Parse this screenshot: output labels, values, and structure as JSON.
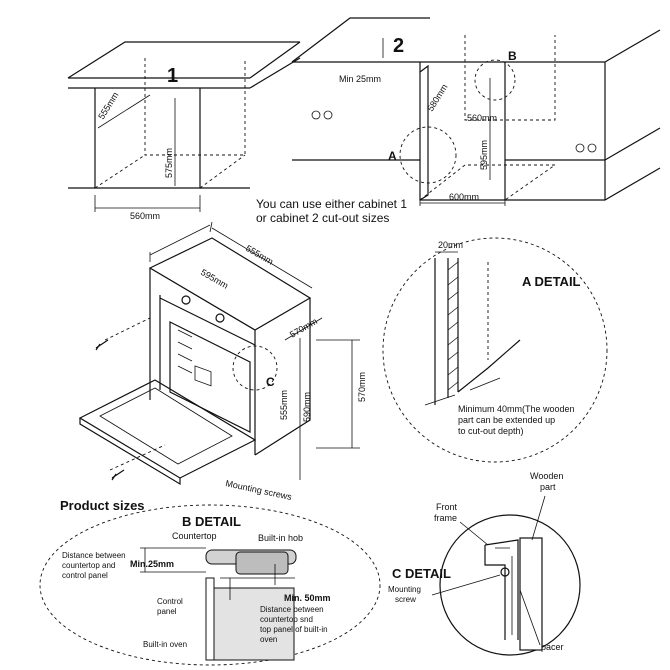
{
  "cabinet1": {
    "number": "1",
    "dims": {
      "depth": "555mm",
      "height": "575mm",
      "width": "560mm"
    }
  },
  "cabinet2": {
    "number": "2",
    "dims": {
      "min_gap": "Min 25mm",
      "depth": "580mm",
      "inner_width": "560mm",
      "height": "595mm",
      "width": "600mm"
    },
    "markers": {
      "a": "A",
      "b": "B"
    }
  },
  "note": {
    "line1": "You can use either cabinet 1",
    "line2": "or cabinet 2 cut-out sizes"
  },
  "oven": {
    "dims": {
      "depth": "555mm",
      "width": "595mm",
      "side_depth": "570mm",
      "front_depth": "555mm",
      "height": "590mm",
      "overall_height": "570mm"
    },
    "marker_c": "C",
    "mounting_screws": "Mounting screws"
  },
  "a_detail": {
    "title": "A DETAIL",
    "dim_20": "20mm",
    "note_line1": "Minimum 40mm(The wooden",
    "note_line2": "part can be extended up",
    "note_line3": "to cut-out depth)"
  },
  "product_sizes": {
    "title": "Product sizes",
    "b_title": "B DETAIL",
    "countertop": "Countertop",
    "built_in_hob": "Built-in hob",
    "distance_label_line1": "Distance between",
    "distance_label_line2": "countertop and",
    "distance_label_line3": "control panel",
    "min_25": "Min.25mm",
    "control_panel_line1": "Control",
    "control_panel_line2": "panel",
    "min_50": "Min. 50mm",
    "distance2_line1": "Distance between",
    "distance2_line2": "countertop snd",
    "distance2_line3": "top panel of built-in",
    "distance2_line4": "oven",
    "built_in_oven": "Built-in oven"
  },
  "c_detail": {
    "title": "C DETAIL",
    "wooden_part_line1": "Wooden",
    "wooden_part_line2": "part",
    "front_frame_line1": "Front",
    "front_frame_line2": "frame",
    "mounting_screw_line1": "Mounting",
    "mounting_screw_line2": "screw",
    "spacer": "Spacer"
  }
}
